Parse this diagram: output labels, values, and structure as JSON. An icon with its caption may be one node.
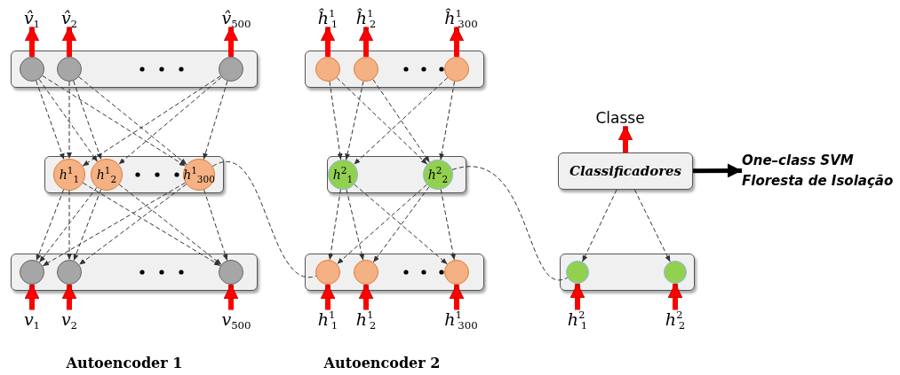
{
  "diagram": {
    "nodes": [
      {
        "text": [
          "v̂$_{1}$"
        ]
      },
      {
        "text": [
          "v̂$_{2}$"
        ]
      },
      {
        "text": [
          "v̂$_{500}$"
        ]
      },
      {
        "text": [],
        "shape": "bar"
      },
      {
        "text": [],
        "shape": "circle",
        "in": 3
      },
      {
        "text": [],
        "shape": "circle",
        "in": 3
      },
      {
        "text": [],
        "shape": "circle",
        "in": 3
      },
      {
        "text": [],
        "shape": "bar"
      },
      {
        "text": [
          "h$^{1}$$_{1}$"
        ],
        "in": 7
      },
      {
        "text": [
          "h$^{1}$$_{2}$"
        ],
        "in": 7
      },
      {
        "text": [
          "h$^{1}$$_{300}$"
        ],
        "in": 7
      },
      {
        "text": [],
        "shape": "bar"
      },
      {
        "text": [],
        "shape": "circle",
        "in": 11
      },
      {
        "text": [],
        "shape": "circle",
        "in": 11
      },
      {
        "text": [],
        "shape": "circle",
        "in": 11
      },
      {
        "text": [
          "v$_{1}$"
        ]
      },
      {
        "text": [
          "v$_{2}$"
        ]
      },
      {
        "text": [
          "v$_{500}$"
        ]
      },
      {
        "text": [
          "ĥ$^{1}$$_{1}$"
        ]
      },
      {
        "text": [
          "ĥ$^{1}$$_{2}$"
        ]
      },
      {
        "text": [
          "ĥ$^{1}$$_{300}$"
        ]
      },
      {
        "text": [],
        "shape": "bar"
      },
      {
        "text": [],
        "shape": "circle",
        "in": 21
      },
      {
        "text": [],
        "shape": "circle",
        "in": 21
      },
      {
        "text": [],
        "shape": "circle",
        "in": 21
      },
      {
        "text": [],
        "shape": "bar"
      },
      {
        "text": [
          "h$^{2}$$_{1}$"
        ],
        "in": 25
      },
      {
        "text": [
          "h$^{2}$$_{2}$"
        ],
        "in": 25
      },
      {
        "text": [],
        "shape": "bar"
      },
      {
        "text": [],
        "shape": "circle",
        "in": 28
      },
      {
        "text": [],
        "shape": "circle",
        "in": 28
      },
      {
        "text": [],
        "shape": "circle",
        "in": 28
      },
      {
        "text": [
          "h$^{1}$$_{1}$"
        ]
      },
      {
        "text": [
          "h$^{1}$$_{2}$"
        ]
      },
      {
        "text": [
          "h$^{1}$$_{300}$"
        ]
      },
      {
        "text": [
          "Classe"
        ]
      },
      {
        "text": [
          "Classificadores"
        ]
      },
      {
        "text": [
          "One–class SVM",
          "Floresta de Isolação"
        ]
      },
      {
        "text": [],
        "shape": "bar"
      },
      {
        "text": [],
        "shape": "circle",
        "in": 38
      },
      {
        "text": [],
        "shape": "circle",
        "in": 38
      },
      {
        "text": [
          "h$^{2}$$_{1}$"
        ]
      },
      {
        "text": [
          "h$^{2}$$_{2}$"
        ]
      }
    ],
    "edges": [
      {
        "from": 4,
        "to": 0,
        "arrow": "to",
        "style": "thick",
        "color": "#ff0000"
      },
      {
        "from": 5,
        "to": 1,
        "arrow": "to",
        "style": "thick",
        "color": "#ff0000"
      },
      {
        "from": 6,
        "to": 2,
        "arrow": "to",
        "style": "thick",
        "color": "#ff0000"
      },
      {
        "from": 4,
        "to": 8,
        "arrow": "to",
        "style": "dashed"
      },
      {
        "from": 4,
        "to": 9,
        "arrow": "to",
        "style": "dashed"
      },
      {
        "from": 4,
        "to": 10,
        "arrow": "to",
        "style": "dashed"
      },
      {
        "from": 5,
        "to": 8,
        "arrow": "to",
        "style": "dashed"
      },
      {
        "from": 5,
        "to": 9,
        "arrow": "to",
        "style": "dashed"
      },
      {
        "from": 5,
        "to": 10,
        "arrow": "to",
        "style": "dashed"
      },
      {
        "from": 6,
        "to": 8,
        "arrow": "to",
        "style": "dashed"
      },
      {
        "from": 6,
        "to": 9,
        "arrow": "to",
        "style": "dashed"
      },
      {
        "from": 6,
        "to": 10,
        "arrow": "to",
        "style": "dashed"
      },
      {
        "from": 8,
        "to": 12,
        "arrow": "to",
        "style": "dashed"
      },
      {
        "from": 8,
        "to": 13,
        "arrow": "to",
        "style": "dashed"
      },
      {
        "from": 8,
        "to": 14,
        "arrow": "to",
        "style": "dashed"
      },
      {
        "from": 9,
        "to": 12,
        "arrow": "to",
        "style": "dashed"
      },
      {
        "from": 9,
        "to": 13,
        "arrow": "to",
        "style": "dashed"
      },
      {
        "from": 9,
        "to": 14,
        "arrow": "to",
        "style": "dashed"
      },
      {
        "from": 10,
        "to": 12,
        "arrow": "to",
        "style": "dashed"
      },
      {
        "from": 10,
        "to": 13,
        "arrow": "to",
        "style": "dashed"
      },
      {
        "from": 10,
        "to": 14,
        "arrow": "to",
        "style": "dashed"
      },
      {
        "from": 15,
        "to": 12,
        "arrow": "to",
        "style": "thick",
        "color": "#ff0000"
      },
      {
        "from": 16,
        "to": 13,
        "arrow": "to",
        "style": "thick",
        "color": "#ff0000"
      },
      {
        "from": 17,
        "to": 14,
        "arrow": "to",
        "style": "thick",
        "color": "#ff0000"
      },
      {
        "from": 10,
        "to": 29,
        "arrow": "none",
        "style": "dashed"
      },
      {
        "from": 22,
        "to": 18,
        "arrow": "to",
        "style": "thick",
        "color": "#ff0000"
      },
      {
        "from": 23,
        "to": 19,
        "arrow": "to",
        "style": "thick",
        "color": "#ff0000"
      },
      {
        "from": 24,
        "to": 20,
        "arrow": "to",
        "style": "thick",
        "color": "#ff0000"
      },
      {
        "from": 22,
        "to": 26,
        "arrow": "to",
        "style": "dashed"
      },
      {
        "from": 22,
        "to": 27,
        "arrow": "to",
        "style": "dashed"
      },
      {
        "from": 23,
        "to": 26,
        "arrow": "to",
        "style": "dashed"
      },
      {
        "from": 23,
        "to": 27,
        "arrow": "to",
        "style": "dashed"
      },
      {
        "from": 24,
        "to": 26,
        "arrow": "to",
        "style": "dashed"
      },
      {
        "from": 24,
        "to": 27,
        "arrow": "to",
        "style": "dashed"
      },
      {
        "from": 26,
        "to": 29,
        "arrow": "to",
        "style": "dashed"
      },
      {
        "from": 26,
        "to": 30,
        "arrow": "to",
        "style": "dashed"
      },
      {
        "from": 26,
        "to": 31,
        "arrow": "to",
        "style": "dashed"
      },
      {
        "from": 27,
        "to": 29,
        "arrow": "to",
        "style": "dashed"
      },
      {
        "from": 27,
        "to": 30,
        "arrow": "to",
        "style": "dashed"
      },
      {
        "from": 27,
        "to": 31,
        "arrow": "to",
        "style": "dashed"
      },
      {
        "from": 32,
        "to": 29,
        "arrow": "to",
        "style": "thick",
        "color": "#ff0000"
      },
      {
        "from": 33,
        "to": 30,
        "arrow": "to",
        "style": "thick",
        "color": "#ff0000"
      },
      {
        "from": 34,
        "to": 31,
        "arrow": "to",
        "style": "thick",
        "color": "#ff0000"
      },
      {
        "from": 27,
        "to": 39,
        "arrow": "none",
        "style": "dashed"
      },
      {
        "from": 36,
        "to": 35,
        "arrow": "to",
        "style": "thick",
        "color": "#ff0000"
      },
      {
        "from": 36,
        "to": 37,
        "arrow": "to",
        "style": "thick"
      },
      {
        "from": 36,
        "to": 39,
        "arrow": "to",
        "style": "dashed"
      },
      {
        "from": 36,
        "to": 40,
        "arrow": "to",
        "style": "dashed"
      },
      {
        "from": 41,
        "to": 39,
        "arrow": "to",
        "style": "thick",
        "color": "#ff0000"
      },
      {
        "from": 42,
        "to": 40,
        "arrow": "to",
        "style": "thick",
        "color": "#ff0000"
      }
    ],
    "labels": [
      "Autoencoder 1",
      "Autoencoder 2"
    ]
  }
}
